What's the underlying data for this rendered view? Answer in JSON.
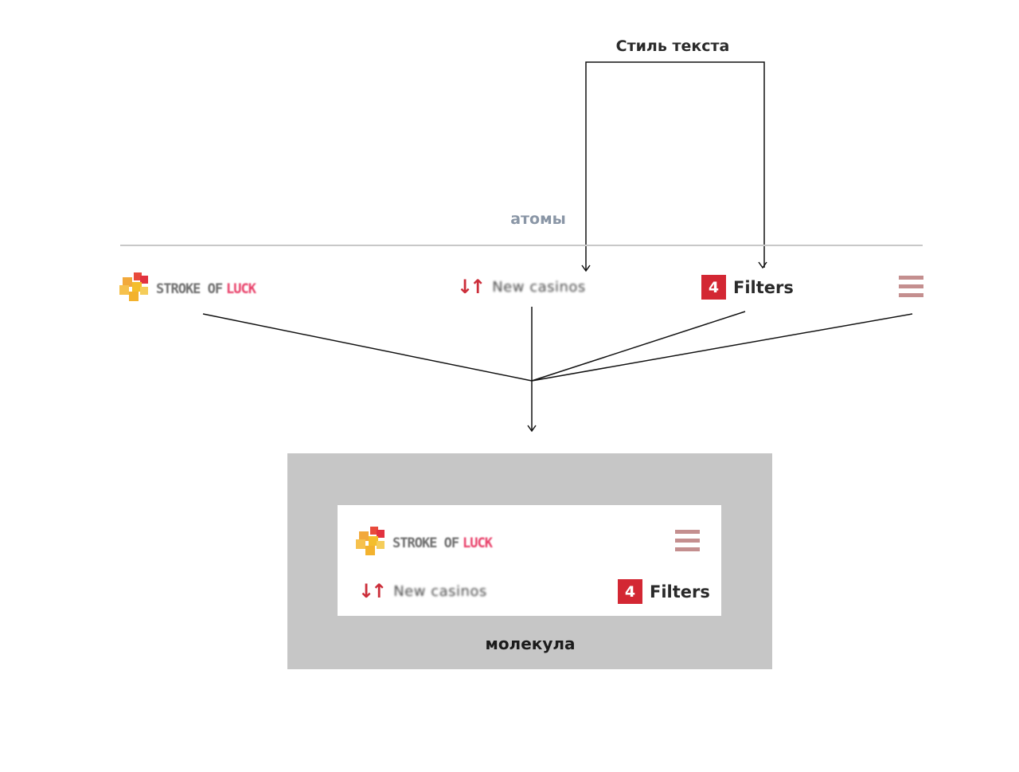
{
  "labels": {
    "text_style": "Стиль текста",
    "atoms": "атомы",
    "molecule": "молекула"
  },
  "atoms": {
    "logo": {
      "text_left": "STROKE OF",
      "text_right": "LUCK"
    },
    "sort": {
      "arrows": "↓↑",
      "label": "New casinos"
    },
    "filters": {
      "count": "4",
      "label": "Filters"
    },
    "menu": {
      "icon": "hamburger-menu-icon"
    }
  },
  "molecule": {
    "logo": {
      "text_left": "STROKE OF",
      "text_right": "LUCK"
    },
    "sort": {
      "arrows": "↓↑",
      "label": "New casinos"
    },
    "filters": {
      "count": "4",
      "label": "Filters"
    },
    "menu": {
      "icon": "hamburger-menu-icon"
    }
  },
  "colors": {
    "accent_red": "#d32733",
    "menu_icon": "#c48f8f",
    "atoms_label": "#8a96a6",
    "molecule_panel": "#c6c6c6",
    "divider": "#c8c8c8"
  }
}
